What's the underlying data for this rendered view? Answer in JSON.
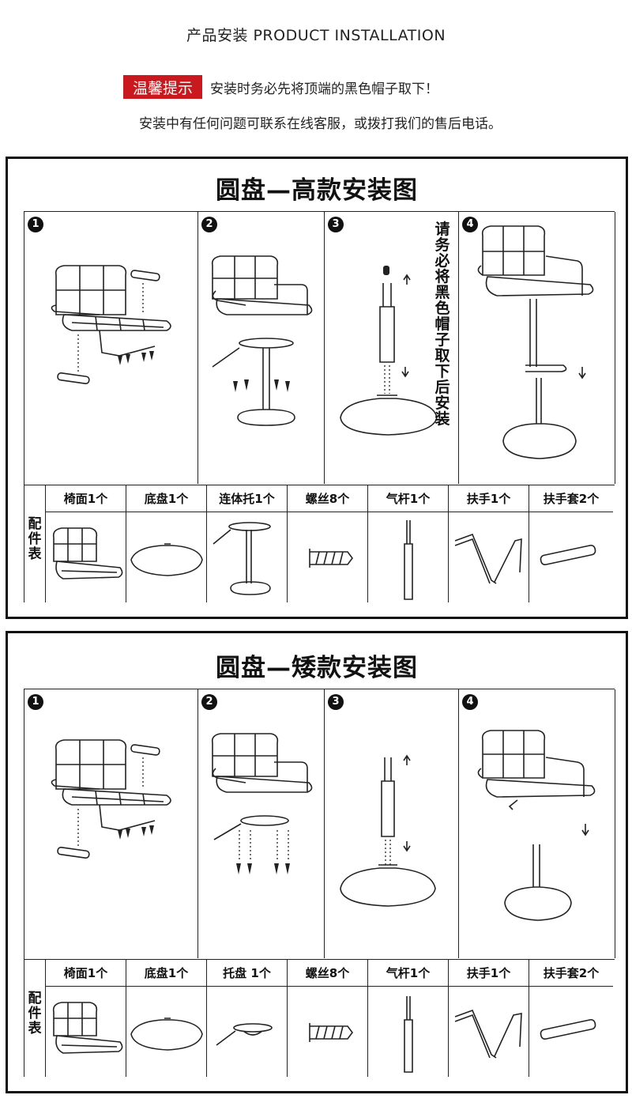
{
  "header": {
    "title": "产品安装 PRODUCT INSTALLATION"
  },
  "tip": {
    "badge": "温馨提示",
    "text": "安装时务必先将顶端的黑色帽子取下！"
  },
  "note": "安装中有任何问题可联系在线客服，或拨打我们的售后电话。",
  "panels": [
    {
      "title": "圆盘—高款安装图",
      "steps": [
        "1",
        "2",
        "3",
        "4"
      ],
      "vertical_note": "请务必将黑色帽子取下后安装",
      "parts_label": "配件表",
      "parts": [
        "椅面1个",
        "底盘1个",
        "连体托1个",
        "螺丝8个",
        "气杆1个",
        "扶手1个",
        "扶手套2个"
      ],
      "icons": [
        "seat-icon",
        "base-disc-icon",
        "footrest-tray-icon",
        "screw-icon",
        "gas-lift-icon",
        "armrest-icon",
        "armrest-sleeve-icon"
      ]
    },
    {
      "title": "圆盘—矮款安装图",
      "steps": [
        "1",
        "2",
        "3",
        "4"
      ],
      "parts_label": "配件表",
      "parts": [
        "椅面1个",
        "底盘1个",
        "托盘 1个",
        "螺丝8个",
        "气杆1个",
        "扶手1个",
        "扶手套2个"
      ],
      "icons": [
        "seat-icon",
        "base-disc-icon",
        "tray-icon",
        "screw-icon",
        "gas-lift-icon",
        "armrest-icon",
        "armrest-sleeve-icon"
      ]
    }
  ]
}
